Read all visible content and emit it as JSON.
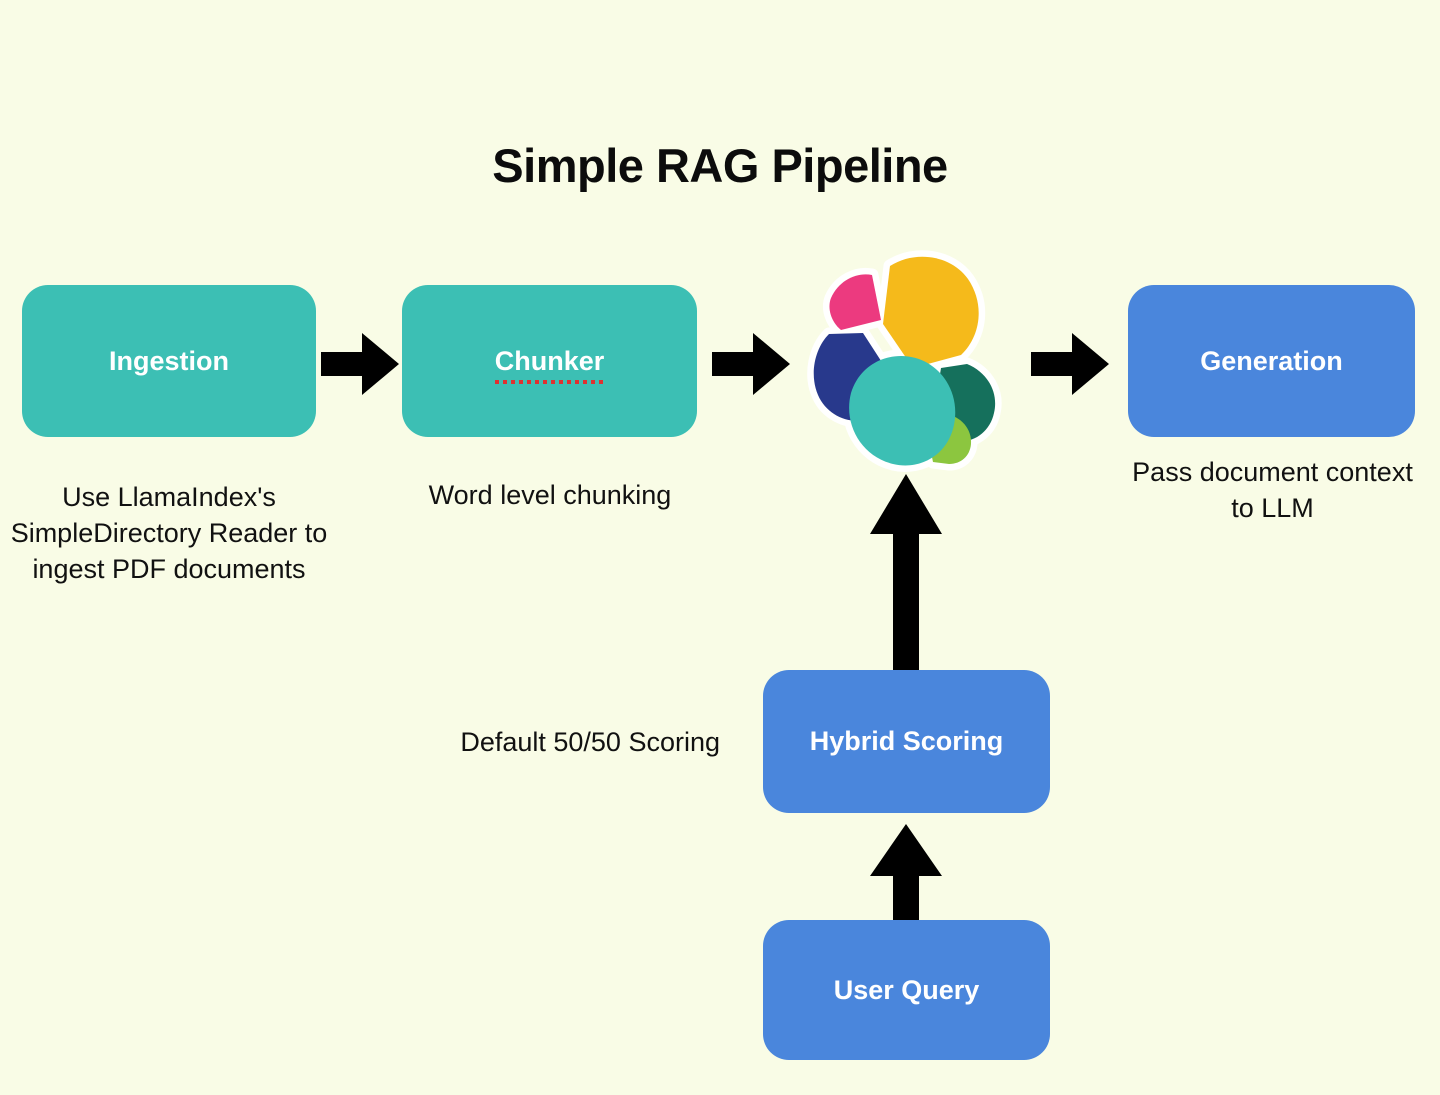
{
  "page": {
    "title": "Simple RAG Pipeline",
    "background_color": "#f9fce6"
  },
  "colors": {
    "teal": "#3cbfb4",
    "blue": "#4a86dc",
    "arrow": "#000000",
    "text": "#111111",
    "spellcheck_underline": "#e03131",
    "logo_pink": "#ec3a7f",
    "logo_yellow": "#f5ba1b",
    "logo_navy": "#28398c",
    "logo_teal": "#3cbfb4",
    "logo_darkgreen": "#15705c",
    "logo_lightgreen": "#8cc63f",
    "logo_outline": "#ffffff"
  },
  "nodes": [
    {
      "id": "ingestion",
      "label": "Ingestion",
      "color": "teal",
      "caption": "Use LlamaIndex's SimpleDirectory Reader to ingest PDF documents"
    },
    {
      "id": "chunker",
      "label": "Chunker",
      "color": "teal",
      "caption": "Word level chunking",
      "spellcheck": true
    },
    {
      "id": "vector-store",
      "label": "",
      "icon": "elasticsearch-logo",
      "caption": ""
    },
    {
      "id": "generation",
      "label": "Generation",
      "color": "blue",
      "caption": "Pass document context to LLM"
    },
    {
      "id": "hybrid-scoring",
      "label": "Hybrid Scoring",
      "color": "blue",
      "caption": "Default 50/50 Scoring"
    },
    {
      "id": "user-query",
      "label": "User Query",
      "color": "blue",
      "caption": ""
    }
  ],
  "captions": {
    "ingestion": "Use LlamaIndex's SimpleDirectory Reader to ingest PDF documents",
    "chunker": "Word level chunking",
    "generation": "Pass document context to LLM",
    "hybrid_scoring": "Default 50/50 Scoring"
  },
  "arrows": [
    {
      "id": "ingestion-to-chunker",
      "direction": "right"
    },
    {
      "id": "chunker-to-vector-store",
      "direction": "right"
    },
    {
      "id": "vector-store-to-generation",
      "direction": "right"
    },
    {
      "id": "hybrid-scoring-to-vector-store",
      "direction": "up"
    },
    {
      "id": "user-query-to-hybrid-scoring",
      "direction": "up"
    }
  ]
}
